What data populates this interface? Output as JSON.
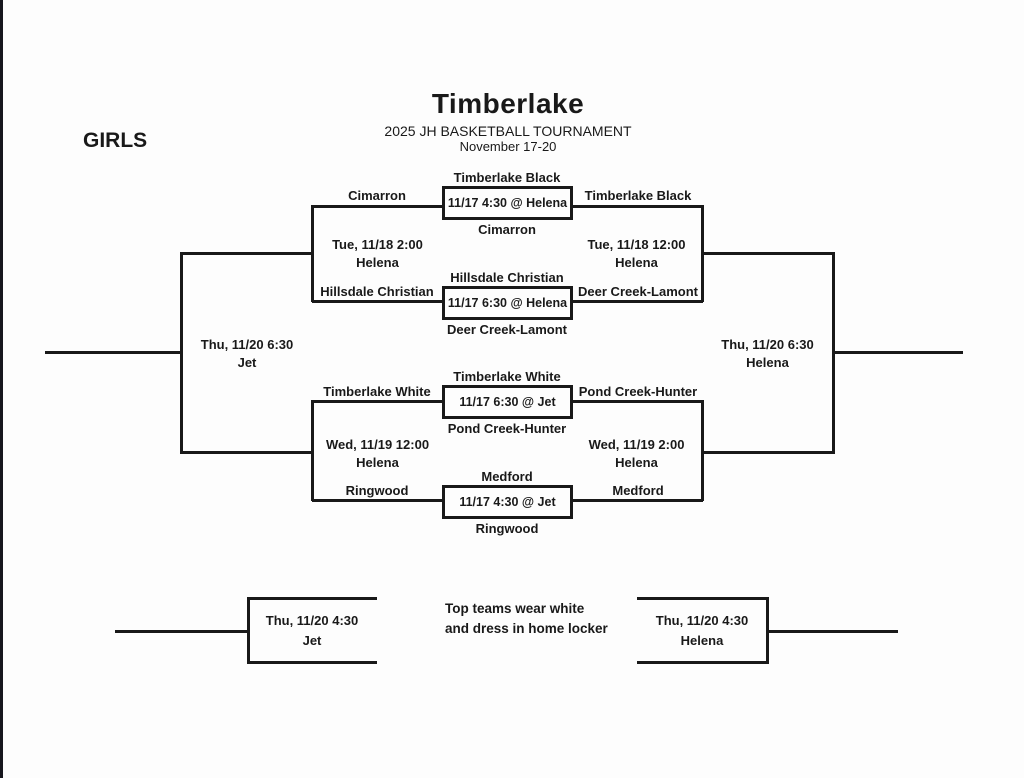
{
  "header": {
    "division": "GIRLS",
    "title": "Timberlake",
    "subtitle": "2025 JH BASKETBALL TOURNAMENT",
    "dates": "November 17-20"
  },
  "bracket": {
    "round1": [
      {
        "top_team": "Timberlake Black",
        "game_info": "11/17 4:30 @ Helena",
        "bottom_team": "Cimarron",
        "left_label": "Cimarron",
        "right_label": "Timberlake Black"
      },
      {
        "top_team": "Hillsdale Christian",
        "game_info": "11/17 6:30 @ Helena",
        "bottom_team": "Deer Creek-Lamont",
        "left_label": "Hillsdale Christian",
        "right_label": "Deer Creek-Lamont"
      },
      {
        "top_team": "Timberlake White",
        "game_info": "11/17 6:30 @ Jet",
        "bottom_team": "Pond Creek-Hunter",
        "left_label": "Timberlake White",
        "right_label": "Pond Creek-Hunter"
      },
      {
        "top_team": "Medford",
        "game_info": "11/17 4:30 @ Jet",
        "bottom_team": "Ringwood",
        "left_label": "Ringwood",
        "right_label": "Medford"
      }
    ],
    "semifinals": {
      "left_top": {
        "datetime": "Tue, 11/18 2:00",
        "location": "Helena"
      },
      "right_top": {
        "datetime": "Tue, 11/18 12:00",
        "location": "Helena"
      },
      "left_bottom": {
        "datetime": "Wed, 11/19 12:00",
        "location": "Helena"
      },
      "right_bottom": {
        "datetime": "Wed, 11/19 2:00",
        "location": "Helena"
      }
    },
    "finals": {
      "left": {
        "datetime": "Thu, 11/20 6:30",
        "location": "Jet"
      },
      "right": {
        "datetime": "Thu, 11/20 6:30",
        "location": "Helena"
      }
    },
    "consolation": {
      "left": {
        "datetime": "Thu, 11/20 4:30",
        "location": "Jet"
      },
      "right": {
        "datetime": "Thu, 11/20 4:30",
        "location": "Helena"
      }
    },
    "note": {
      "line1": "Top teams wear white",
      "line2": "and dress in home locker"
    }
  }
}
